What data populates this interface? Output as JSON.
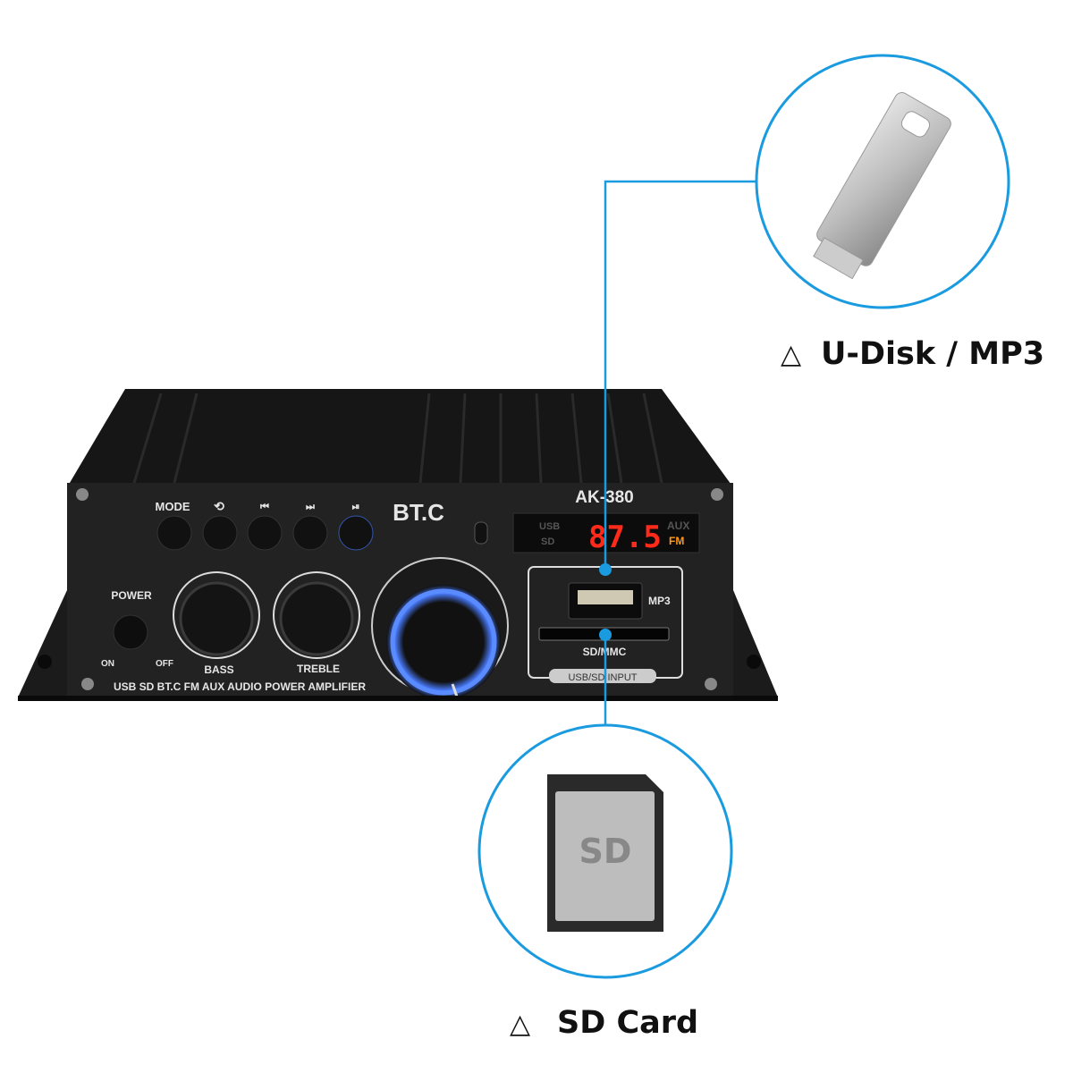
{
  "product": {
    "model": "AK-380",
    "brand_label": "BT.C",
    "footer_text": "USB SD BT.C FM AUX AUDIO POWER AMPLIFIER",
    "buttons": [
      {
        "label": "MODE",
        "icon": "mode"
      },
      {
        "label": "",
        "icon": "repeat-icon"
      },
      {
        "label": "",
        "icon": "previous-track-icon"
      },
      {
        "label": "",
        "icon": "next-track-icon"
      },
      {
        "label": "",
        "icon": "play-pause-icon"
      }
    ],
    "power": {
      "label": "POWER",
      "on": "ON",
      "off": "OFF"
    },
    "knobs": {
      "bass": "BASS",
      "treble": "TREBLE"
    },
    "display": {
      "usb": "USB",
      "sd": "SD",
      "reading": "87.5",
      "aux": "AUX",
      "fm": "FM"
    },
    "input_panel": {
      "mp3": "MP3",
      "sd_mmc": "SD/MMC",
      "caption": "USB/SD INPUT"
    }
  },
  "callouts": [
    {
      "label": "U-Disk / MP3",
      "icon": "triangle-icon"
    },
    {
      "label": "SD Card",
      "icon": "triangle-icon",
      "card_text": "SD"
    }
  ],
  "colors": {
    "accent": "#1a9be0",
    "led": "#ff2a1a",
    "ring": "#3b6bff"
  }
}
